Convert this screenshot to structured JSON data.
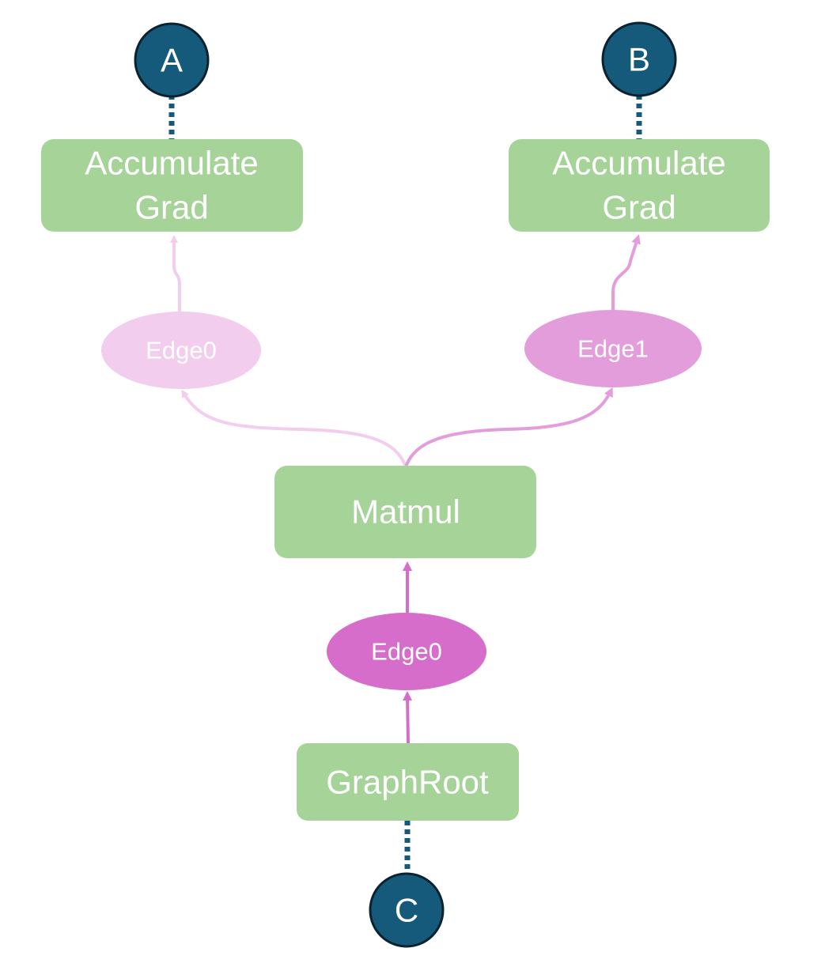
{
  "colors": {
    "box_fill": "#a6d498",
    "tensor_fill": "#155a7a",
    "tensor_stroke": "#0b2230",
    "text": "#ffffff",
    "dotted_link": "#155a7a",
    "edge_light": "#f2cdee",
    "edge_medium": "#e39ddb",
    "edge_strong": "#d66dca"
  },
  "tensors": {
    "a": {
      "label": "A"
    },
    "b": {
      "label": "B"
    },
    "c": {
      "label": "C"
    }
  },
  "nodes": {
    "accumulate_left": {
      "line1": "Accumulate",
      "line2": "Grad"
    },
    "accumulate_right": {
      "line1": "Accumulate",
      "line2": "Grad"
    },
    "matmul": {
      "label": "Matmul"
    },
    "graphroot": {
      "label": "GraphRoot"
    }
  },
  "edges": {
    "matmul_edge0": {
      "label": "Edge0"
    },
    "matmul_edge1": {
      "label": "Edge1"
    },
    "root_edge0": {
      "label": "Edge0"
    }
  }
}
